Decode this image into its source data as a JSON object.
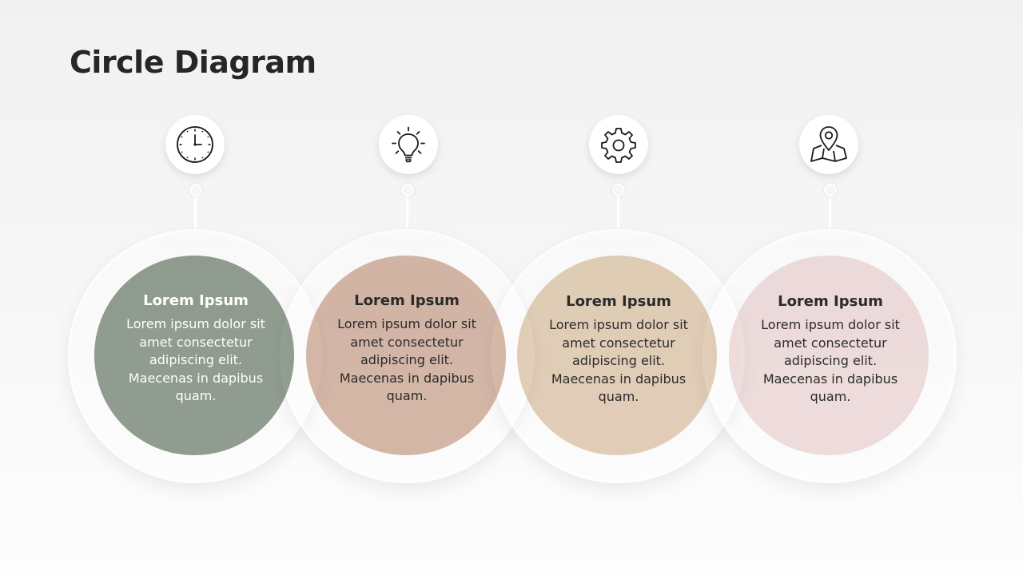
{
  "title": "Circle Diagram",
  "colors": {
    "item1": "#929f92",
    "item2": "#d7b9a9",
    "item3": "#e5d1ba",
    "item4": "#f1e0df"
  },
  "items": [
    {
      "icon": "clock-icon",
      "heading": "Lorem Ipsum",
      "body": "Lorem ipsum dolor sit amet consectetur adipiscing elit. Maecenas in dapibus quam."
    },
    {
      "icon": "lightbulb-icon",
      "heading": "Lorem Ipsum",
      "body": "Lorem ipsum dolor sit amet consectetur adipiscing elit. Maecenas in dapibus quam."
    },
    {
      "icon": "gear-icon",
      "heading": "Lorem Ipsum",
      "body": "Lorem ipsum dolor sit amet consectetur adipiscing elit. Maecenas in dapibus quam."
    },
    {
      "icon": "map-pin-icon",
      "heading": "Lorem Ipsum",
      "body": "Lorem ipsum dolor sit amet consectetur adipiscing elit. Maecenas in dapibus quam."
    }
  ]
}
